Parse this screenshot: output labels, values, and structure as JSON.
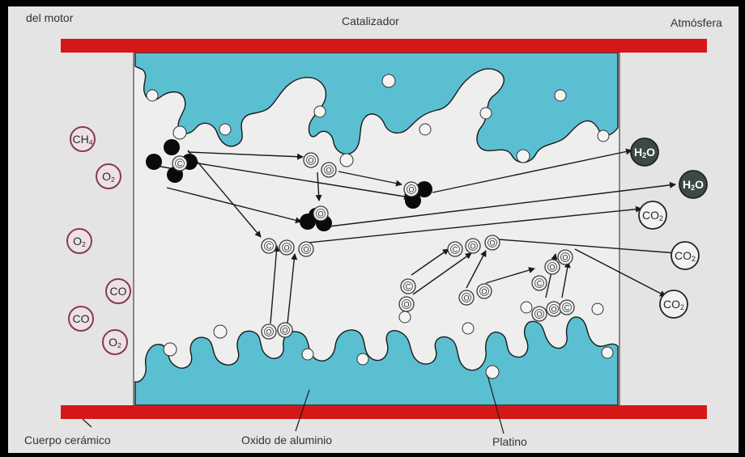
{
  "labels": {
    "top_left": "del motor",
    "top_center": "Catalizador",
    "top_right": "Atmósfera",
    "bottom_left": "Cuerpo cerámico",
    "bottom_center": "Oxido de aluminio",
    "bottom_right": "Platino"
  },
  "inputs": [
    {
      "formula": "CH4",
      "main": "CH",
      "sub": "4"
    },
    {
      "formula": "O2",
      "main": "O",
      "sub": "2"
    },
    {
      "formula": "O2",
      "main": "O",
      "sub": "2"
    },
    {
      "formula": "CO",
      "main": "CO",
      "sub": ""
    },
    {
      "formula": "CO",
      "main": "CO",
      "sub": ""
    },
    {
      "formula": "O2",
      "main": "O",
      "sub": "2"
    }
  ],
  "outputs": [
    {
      "formula": "H2O",
      "main": "H",
      "sub": "2",
      "tail": "O"
    },
    {
      "formula": "H2O",
      "main": "H",
      "sub": "2",
      "tail": "O"
    },
    {
      "formula": "CO2",
      "main": "CO",
      "sub": "2",
      "tail": ""
    },
    {
      "formula": "CO2",
      "main": "CO",
      "sub": "2",
      "tail": ""
    },
    {
      "formula": "CO2",
      "main": "CO",
      "sub": "2",
      "tail": ""
    }
  ],
  "atom_letters": {
    "carbon": "C",
    "oxygen": "O"
  },
  "colors": {
    "background": "#e4e4e4",
    "frame": "#000000",
    "wall": "#d41818",
    "alumina": "#5bbfd2",
    "chamber_line": "#444444",
    "molecule_ring": "#8a3a4a",
    "water_fill": "#3c4a44",
    "hydrogen": "#0a0a0a"
  }
}
